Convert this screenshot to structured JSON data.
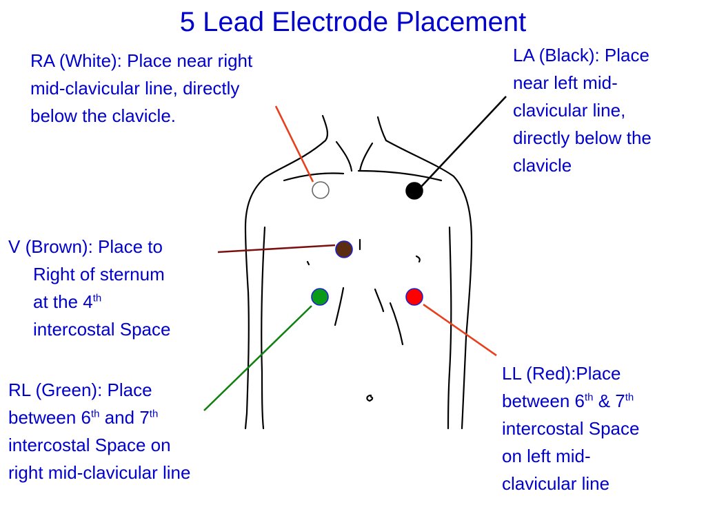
{
  "title": "5 Lead Electrode Placement",
  "colors": {
    "text": "#0000cc",
    "ra_arrow": "#e8401c",
    "la_arrow": "#000000",
    "v_arrow": "#7a1010",
    "rl_arrow": "#108010",
    "ll_arrow": "#e8401c",
    "electrode_white": "#ffffff",
    "electrode_black": "#000000",
    "electrode_brown": "#5a2d12",
    "electrode_green": "#0a9a1a",
    "electrode_red": "#ff0000"
  },
  "labels": {
    "ra": {
      "line1": "RA (White): Place near right",
      "line2": "mid-clavicular line,  directly",
      "line3": "below the clavicle."
    },
    "la": {
      "line1": "LA (Black): Place",
      "line2": "near left mid-",
      "line3": "clavicular line,",
      "line4": "directly below the",
      "line5": "clavicle"
    },
    "v": {
      "line1": "V (Brown): Place to",
      "line2": "Right of sternum",
      "line3a": "at the 4",
      "line3sup": "th",
      "line4": "intercostal Space"
    },
    "rl": {
      "line1": "RL (Green): Place",
      "line2a": "between 6",
      "line2sup1": "th",
      "line2b": " and 7",
      "line2sup2": "th",
      "line3": "intercostal Space  on",
      "line4": "right mid-clavicular line"
    },
    "ll": {
      "line1": "LL (Red):Place",
      "line2a": "between 6",
      "line2sup1": "th",
      "line2b": " & 7",
      "line2sup2": "th",
      "line3": "intercostal Space",
      "line4": "on left mid-",
      "line5": "clavicular line"
    }
  }
}
